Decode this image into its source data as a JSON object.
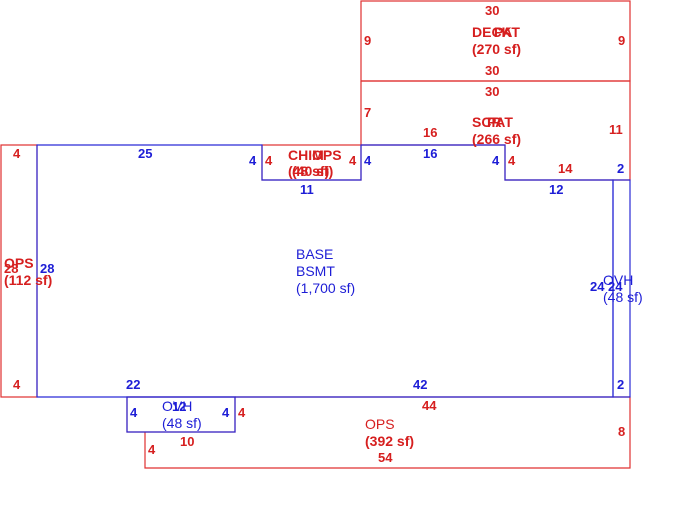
{
  "colors": {
    "red": "#d61f1f",
    "blue": "#1d1dd6"
  },
  "areas": {
    "deck": {
      "name": "DECK",
      "name2": "PAT",
      "area": "(270 sf)"
    },
    "scrpat": {
      "name": "SCR",
      "name2": "PAT",
      "area": "(266 sf)"
    },
    "chimney": {
      "name": "CHIM",
      "name2": "OPS",
      "area": "(48 sf)",
      "area2": "(40 sf)"
    },
    "ops_left": {
      "name": "OPS",
      "area": "(112 sf)"
    },
    "base": {
      "name": "BASE",
      "name2": "BSMT",
      "area": "(1,700 sf)"
    },
    "ovh_right": {
      "name": "OVH",
      "area": "(48 sf)"
    },
    "ovh_bottom": {
      "name": "OVH",
      "area": "(48 sf)"
    },
    "ops_bottom": {
      "name": "OPS",
      "area": "(392 sf)"
    }
  },
  "dims": {
    "deck_top": "30",
    "deck_bottom": "30",
    "deck_left": "9",
    "deck_right": "9",
    "scr_top": "30",
    "scr_left": "7",
    "scr_right": "11",
    "scr_16_red": "16",
    "scr_14": "14",
    "scr_4": "4",
    "base_top_left": "25",
    "base_top_right": "16",
    "base_notch_left": "4",
    "base_notch_right": "4",
    "base_notch_bottom": "11",
    "base_step_left": "4",
    "base_step_bottom": "12",
    "base_right": "2",
    "base_left": "28",
    "base_bottom_left": "22",
    "base_bottom_right": "42",
    "base_right_bottom": "2",
    "chim_left": "4",
    "chim_right": "4",
    "ops_left_top": "4",
    "ops_left_side": "28",
    "ops_left_bottom": "4",
    "ovh_right_side": "24",
    "ovh_right_side2": "24",
    "ovh_bottom_left": "4",
    "ovh_bottom_right": "4",
    "ovh_bottom_top": "12",
    "ops_bottom_top": "44",
    "ops_bottom_right": "8",
    "ops_bottom_left": "4",
    "ops_bottom_bottom": "54",
    "ops_bottom_notch": "10",
    "ops_bottom_notch_side": "4"
  }
}
